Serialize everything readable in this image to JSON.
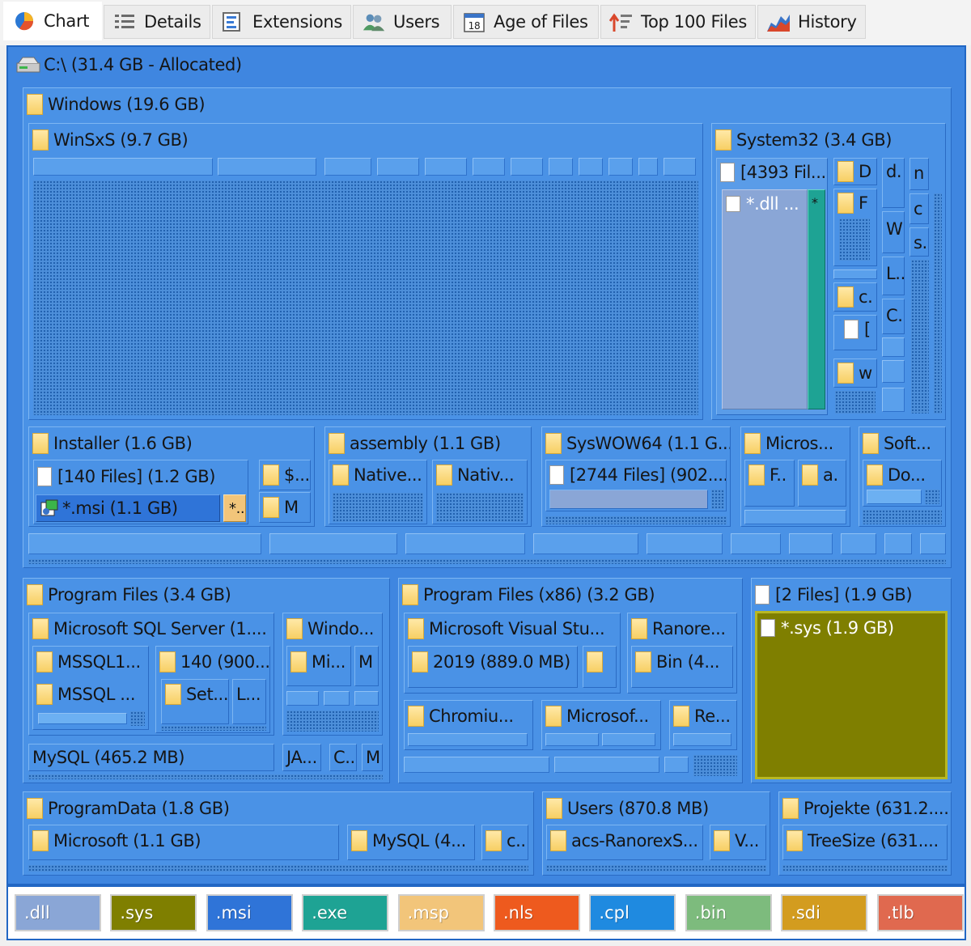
{
  "tabs": [
    {
      "label": "Chart",
      "icon": "pie-chart-icon",
      "active": true
    },
    {
      "label": "Details",
      "icon": "details-list-icon"
    },
    {
      "label": "Extensions",
      "icon": "extensions-icon"
    },
    {
      "label": "Users",
      "icon": "users-icon"
    },
    {
      "label": "Age of Files",
      "icon": "calendar-icon",
      "badge": "18"
    },
    {
      "label": "Top 100 Files",
      "icon": "top-files-icon"
    },
    {
      "label": "History",
      "icon": "history-chart-icon"
    }
  ],
  "treemap": {
    "root": "C:\\ (31.4 GB - Allocated)",
    "windows": {
      "label": "Windows (19.6 GB)",
      "winsxs": "WinSxS (9.7 GB)",
      "system32": {
        "label": "System32 (3.4 GB)",
        "files": "[4393 Fil...",
        "dll": "*.dll ...",
        "star": "*",
        "c1": "D",
        "c2": "d.",
        "c3": "n",
        "c4": "F",
        "c5": "W",
        "c6": "c",
        "c7": "s.",
        "c8": "L..",
        "c9": "c.",
        "c10": "C.",
        "c11": "[",
        "c12": "w"
      },
      "installer": {
        "label": "Installer (1.6 GB)",
        "files": "[140 Files] (1.2 GB)",
        "msi": "*.msi (1.1 GB)",
        "star": "*..",
        "dollar": "$...",
        "m": "M"
      },
      "assembly": {
        "label": "assembly (1.1 GB)",
        "n1": "Native...",
        "n2": "Nativ..."
      },
      "syswow64": {
        "label": "SysWOW64 (1.1 G...",
        "files": "[2744 Files] (902...."
      },
      "micros": {
        "label": "Micros...",
        "f": "F..",
        "a": "a."
      },
      "soft": {
        "label": "Soft...",
        "do": "Do..."
      }
    },
    "program_files": {
      "label": "Program Files (3.4 GB)",
      "sql": "Microsoft SQL Server (1....",
      "mssql1": "MSSQL1...",
      "mssql2": "MSSQL ...",
      "p140": "140 (900....",
      "set": "Set...",
      "l": "L...",
      "windo": "Windo...",
      "mi": "Mi...",
      "m": "M",
      "mysql": "MySQL (465.2 MB)",
      "ja": "JA...",
      "c": "C..",
      "m2": "M"
    },
    "program_files_x86": {
      "label": "Program Files (x86) (3.2 GB)",
      "vs": "Microsoft Visual Stu...",
      "y2019": "2019 (889.0 MB)",
      "ranore": "Ranore...",
      "bin": "Bin (4...",
      "chromiu": "Chromiu...",
      "microsof": "Microsof...",
      "re": "Re..."
    },
    "two_files": {
      "label": "[2 Files] (1.9 GB)",
      "sys": "*.sys (1.9 GB)"
    },
    "programdata": {
      "label": "ProgramData (1.8 GB)",
      "ms": "Microsoft (1.1 GB)",
      "mysql": "MySQL (4...",
      "c": "c..."
    },
    "users": {
      "label": "Users (870.8 MB)",
      "acs": "acs-RanorexS...",
      "v": "V..."
    },
    "projekte": {
      "label": "Projekte (631.2....",
      "treesize": "TreeSize (631...."
    }
  },
  "legend": [
    {
      "ext": ".dll",
      "color": "#8aa6d6"
    },
    {
      "ext": ".sys",
      "color": "#7f7f00"
    },
    {
      "ext": ".msi",
      "color": "#2f74d8"
    },
    {
      "ext": ".exe",
      "color": "#1ea394"
    },
    {
      "ext": ".msp",
      "color": "#f2c57a"
    },
    {
      "ext": ".nls",
      "color": "#ee5a1e"
    },
    {
      "ext": ".cpl",
      "color": "#1f8ae0"
    },
    {
      "ext": ".bin",
      "color": "#7dbb7d"
    },
    {
      "ext": ".sdi",
      "color": "#d39c1f"
    },
    {
      "ext": ".tlb",
      "color": "#e0694f"
    }
  ]
}
